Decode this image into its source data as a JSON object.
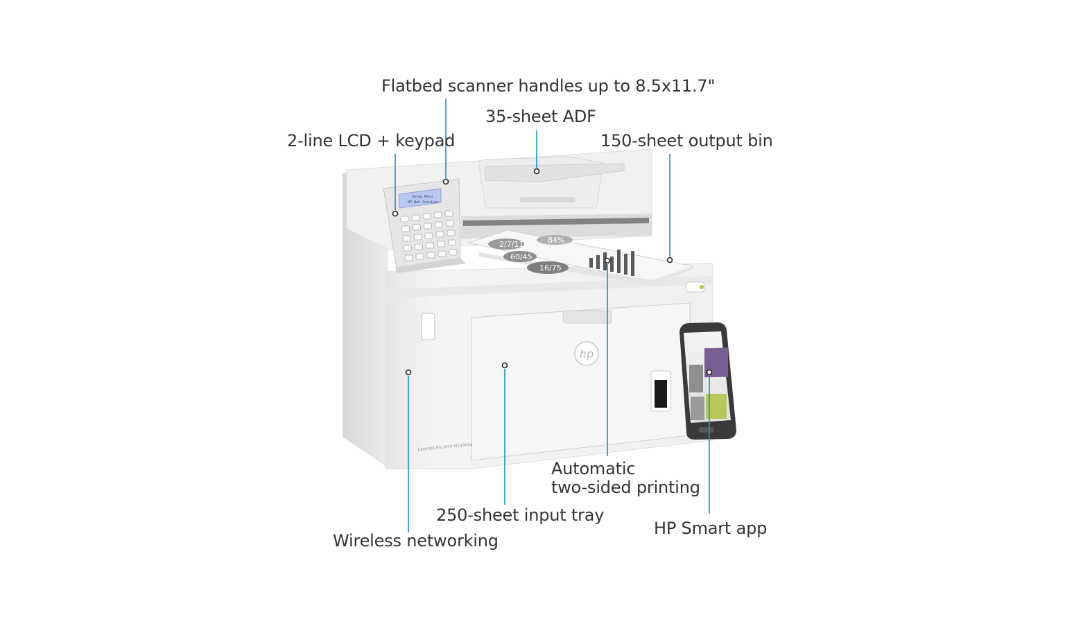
{
  "callouts": {
    "flatbed": "Flatbed scanner handles up to 8.5x11.7\"",
    "adf": "35-sheet ADF",
    "lcd": "2-line LCD + keypad",
    "output_bin": "150-sheet output bin",
    "duplex_line1": "Automatic",
    "duplex_line2": "two-sided printing",
    "input_tray": "250-sheet input tray",
    "wireless": "Wireless networking",
    "smart_app": "HP Smart app"
  },
  "printer": {
    "model_label": "LaserJet Pro MFP M148fdw",
    "brand": "hp",
    "lcd_line1": "Setup Menu",
    "lcd_line2": "HP Web Services"
  },
  "printout": {
    "labels": [
      "2/7/11",
      "84%",
      "60/45",
      "16/75"
    ]
  },
  "colors": {
    "leader_line": "#1a8fc9",
    "text": "#333333",
    "printer_body": "#f2f2f2",
    "lcd": "#b9c8f0"
  }
}
